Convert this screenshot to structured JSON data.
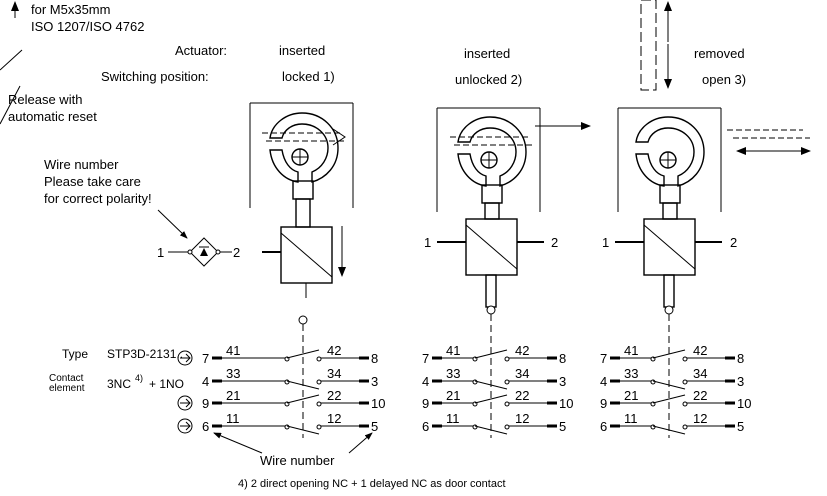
{
  "top_notes": {
    "line1": "for M5x35mm",
    "line2": "ISO 1207/ISO 4762"
  },
  "row_labels": {
    "actuator": "Actuator:",
    "switching_position": "Switching position:"
  },
  "columns": [
    {
      "actuator": "inserted",
      "position": "locked  1)"
    },
    {
      "actuator": "inserted",
      "position": "unlocked  2)"
    },
    {
      "actuator": "removed",
      "position": "open  3)"
    }
  ],
  "release_note": {
    "line1": "Release with",
    "line2": "automatic reset"
  },
  "wire_note": {
    "line1": "Wire number",
    "line2": "Please take care",
    "line3": "for correct polarity!"
  },
  "coil": {
    "terminal_1": "1",
    "terminal_2": "2"
  },
  "type_block": {
    "type_label": "Type",
    "type_value": "STP3D-2131..",
    "contact_label_1": "Contact",
    "contact_label_2": "element",
    "contact_value_a": "3NC",
    "contact_value_sup": "4)",
    "contact_value_b": "+ 1NO"
  },
  "contacts": [
    {
      "left_terminal": "7",
      "left_pair": "41",
      "right_pair": "42",
      "right_terminal": "8"
    },
    {
      "left_terminal": "4",
      "left_pair": "33",
      "right_pair": "34",
      "right_terminal": "3"
    },
    {
      "left_terminal": "9",
      "left_pair": "21",
      "right_pair": "22",
      "right_terminal": "10"
    },
    {
      "left_terminal": "6",
      "left_pair": "11",
      "right_pair": "12",
      "right_terminal": "5"
    }
  ],
  "wire_number_label": "Wire number",
  "footnote": "4) 2 direct opening NC + 1 delayed NC as door contact",
  "icons": {
    "forced_opening": "circled-arrow-icon",
    "diode": "diode-bridge-icon"
  }
}
